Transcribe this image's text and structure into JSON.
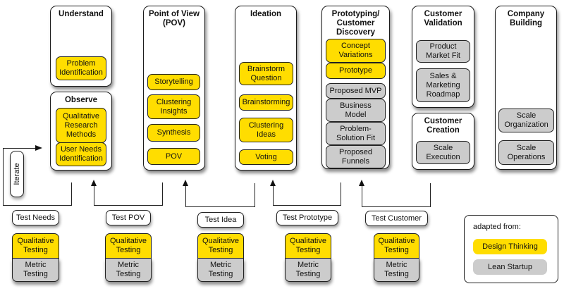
{
  "colors": {
    "design_thinking": "#ffdd00",
    "lean_startup": "#cccccc",
    "phase_background": "#ffffff",
    "border": "#1a1a1a"
  },
  "phases": [
    {
      "title": "Understand",
      "items": [
        {
          "label": "Problem\nIdentification",
          "type": "design_thinking"
        }
      ]
    },
    {
      "title": "Observe",
      "items": [
        {
          "label": "Qualitative\nResearch\nMethods",
          "type": "design_thinking"
        },
        {
          "label": "User Needs\nIdentification",
          "type": "design_thinking"
        }
      ]
    },
    {
      "title": "Point of View\n(POV)",
      "items": [
        {
          "label": "Storytelling",
          "type": "design_thinking"
        },
        {
          "label": "Clustering\nInsights",
          "type": "design_thinking"
        },
        {
          "label": "Synthesis",
          "type": "design_thinking"
        },
        {
          "label": "POV",
          "type": "design_thinking"
        }
      ]
    },
    {
      "title": "Ideation",
      "items": [
        {
          "label": "Brainstorm\nQuestion",
          "type": "design_thinking"
        },
        {
          "label": "Brainstorming",
          "type": "design_thinking"
        },
        {
          "label": "Clustering\nIdeas",
          "type": "design_thinking"
        },
        {
          "label": "Voting",
          "type": "design_thinking"
        }
      ]
    },
    {
      "title": "Prototyping/\nCustomer\nDiscovery",
      "items": [
        {
          "label": "Concept\nVariations",
          "type": "design_thinking"
        },
        {
          "label": "Prototype",
          "type": "design_thinking"
        },
        {
          "label": "Proposed MVP",
          "type": "lean_startup"
        },
        {
          "label": "Business\nModel",
          "type": "lean_startup"
        },
        {
          "label": "Problem-\nSolution Fit",
          "type": "lean_startup"
        },
        {
          "label": "Proposed\nFunnels",
          "type": "lean_startup"
        }
      ]
    },
    {
      "title": "Customer\nValidation",
      "items": [
        {
          "label": "Product\nMarket Fit",
          "type": "lean_startup"
        },
        {
          "label": "Sales &\nMarketing\nRoadmap",
          "type": "lean_startup"
        }
      ]
    },
    {
      "title": "Customer\nCreation",
      "items": [
        {
          "label": "Scale\nExecution",
          "type": "lean_startup"
        }
      ]
    },
    {
      "title": "Company\nBuilding",
      "items": [
        {
          "label": "Scale\nOrganization",
          "type": "lean_startup"
        },
        {
          "label": "Scale\nOperations",
          "type": "lean_startup"
        }
      ]
    }
  ],
  "tests": [
    {
      "label": "Test Needs",
      "qualitative": "Qualitative\nTesting",
      "metric": "Metric\nTesting"
    },
    {
      "label": "Test POV",
      "qualitative": "Qualitative\nTesting",
      "metric": "Metric\nTesting"
    },
    {
      "label": "Test Idea",
      "qualitative": "Qualitative\nTesting",
      "metric": "Metric\nTesting"
    },
    {
      "label": "Test Prototype",
      "qualitative": "Qualitative\nTesting",
      "metric": "Metric\nTesting"
    },
    {
      "label": "Test Customer",
      "qualitative": "Qualitative\nTesting",
      "metric": "Metric\nTesting"
    }
  ],
  "iterate_label": "Iterate",
  "legend": {
    "title": "adapted from:",
    "design_thinking": "Design Thinking",
    "lean_startup": "Lean Startup"
  }
}
